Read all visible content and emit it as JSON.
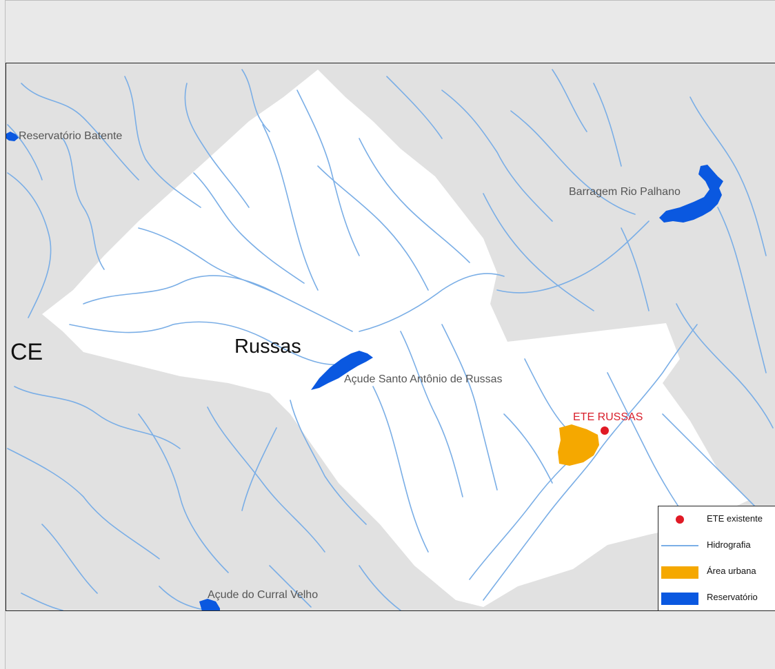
{
  "map": {
    "labels": {
      "state": "CE",
      "municipality": "Russas",
      "reservoir_batente": "Reservatório Batente",
      "reservoir_palhano": "Barragem Rio Palhano",
      "reservoir_santo_antonio": "Açude Santo Antônio de Russas",
      "reservoir_curral_velho": "Açude do Curral Velho",
      "ete": "ETE RUSSAS"
    },
    "colors": {
      "background": "#e1e1e1",
      "municipality_fill": "#ffffff",
      "river": "#7aaee6",
      "reservoir": "#0a58e0",
      "urban": "#f5a800",
      "ete": "#e01a25"
    }
  },
  "legend": {
    "items": [
      {
        "label": "ETE existente",
        "symbol": "red-dot-icon"
      },
      {
        "label": "Hidrografia",
        "symbol": "blue-line-icon"
      },
      {
        "label": "Área urbana",
        "symbol": "orange-area-icon"
      },
      {
        "label": "Reservatório",
        "symbol": "blue-area-icon"
      }
    ]
  }
}
